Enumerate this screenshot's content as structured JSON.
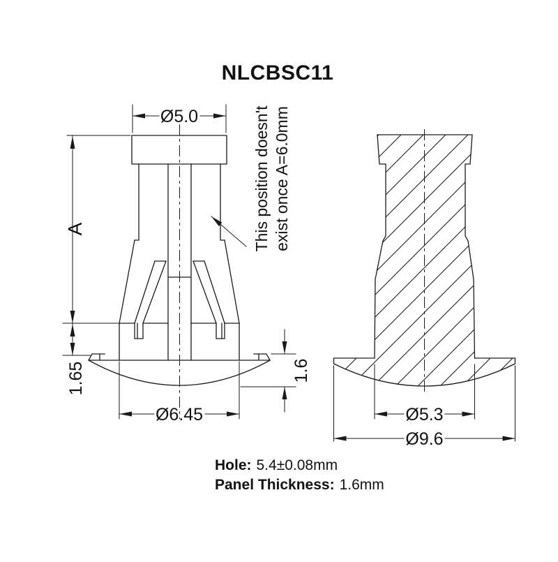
{
  "title": "NLCBSC11",
  "colors": {
    "line": "#1a1a1a",
    "background": "#ffffff"
  },
  "left_view": {
    "dim_cap_diameter": "Ø5.0",
    "dim_height_label": "A",
    "dim_flange_height": "1.65",
    "dim_panel_gap": "1.6",
    "dim_base_diameter": "Ø6.45",
    "annotation": {
      "line1": "This position doesn't",
      "line2": "exist once A=6.0mm"
    }
  },
  "right_view": {
    "dim_stem_diameter": "Ø5.3",
    "dim_flange_diameter": "Ø9.6"
  },
  "notes": {
    "hole_label": "Hole:",
    "hole_value": "5.4±0.08mm",
    "panel_label": "Panel Thickness:",
    "panel_value": "1.6mm"
  }
}
